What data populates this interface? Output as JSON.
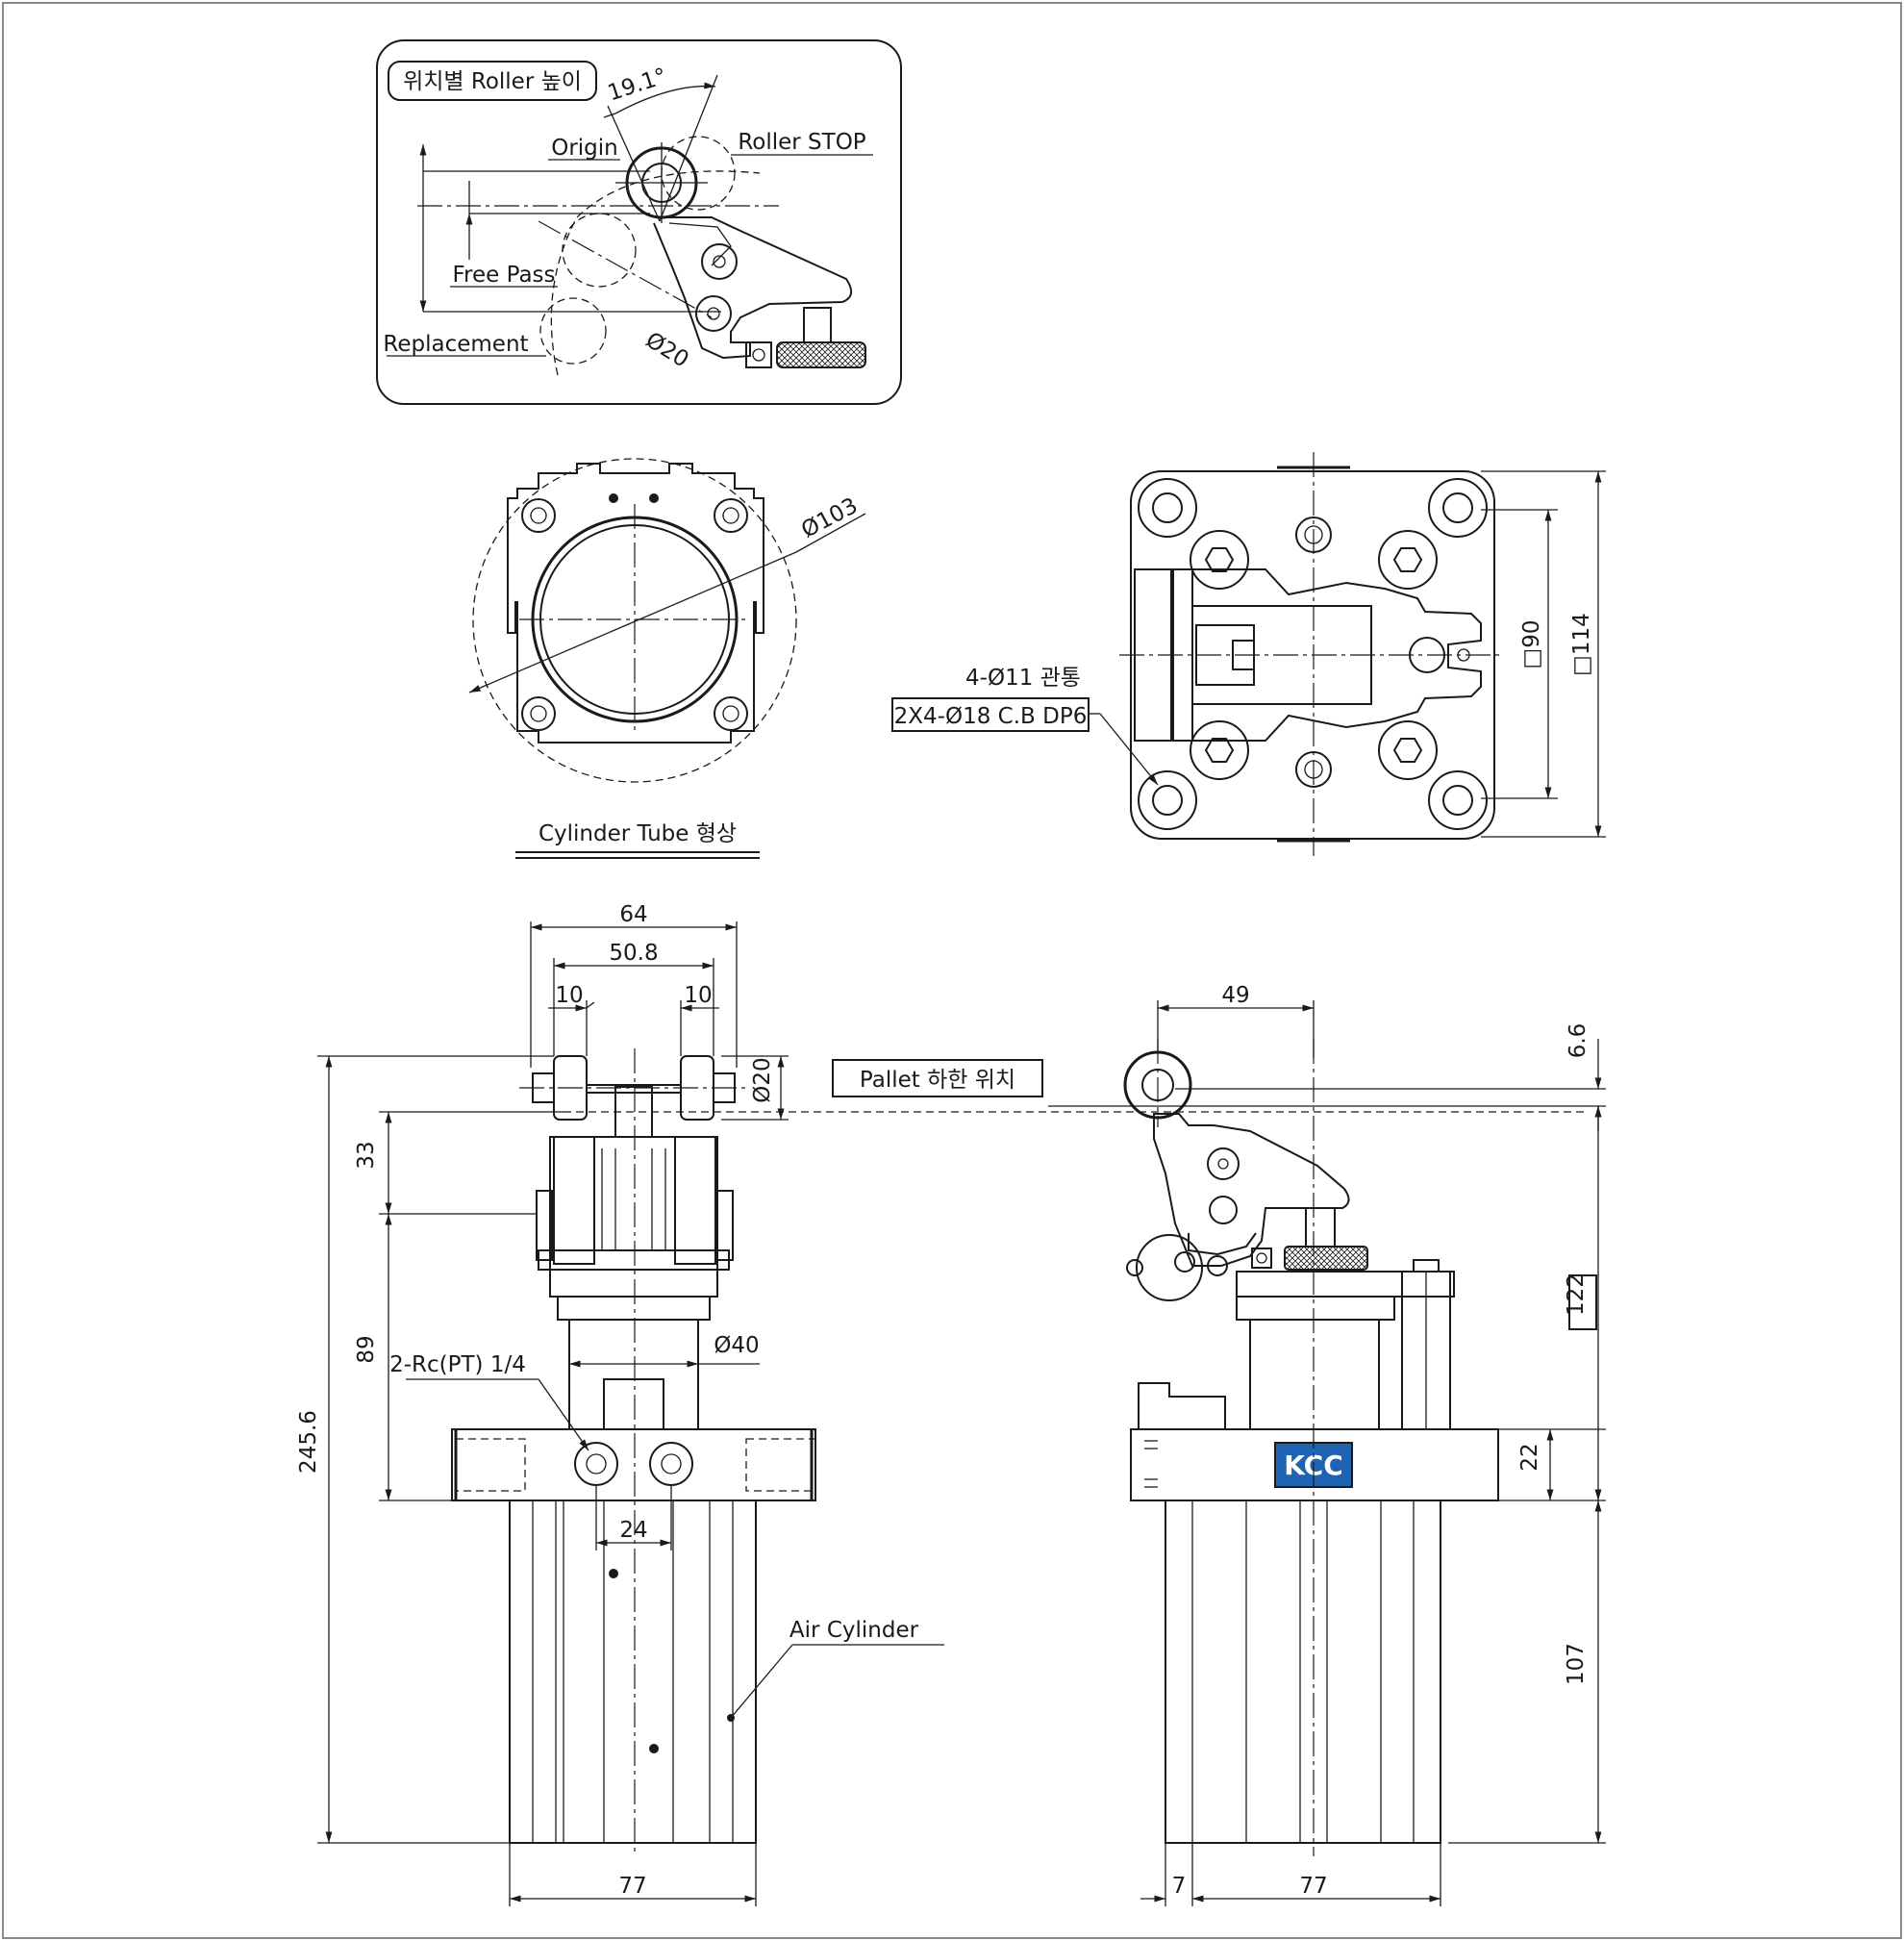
{
  "detail": {
    "title": "위치별 Roller 높이",
    "angle": "19.1°",
    "origin": "Origin",
    "roller_stop": "Roller STOP",
    "free_pass": "Free Pass",
    "replacement": "Replacement",
    "dia": "Ø20"
  },
  "tube": {
    "dia": "Ø103",
    "caption": "Cylinder Tube 형상"
  },
  "top_view": {
    "holes1": "4-Ø11 관통",
    "holes2": "2X4-Ø18 C.B DP6",
    "sq90": "□90",
    "sq114": "□114"
  },
  "front": {
    "w64": "64",
    "w508": "50.8",
    "w10a": "10",
    "w10b": "10",
    "d20": "Ø20",
    "h33": "33",
    "h89": "89",
    "h2456": "245.6",
    "port": "2-Rc(PT) 1/4",
    "d40": "Ø40",
    "w24": "24",
    "air": "Air Cylinder",
    "w77": "77"
  },
  "pallet": "Pallet 하한 위치",
  "side": {
    "w49": "49",
    "h66": "6.6",
    "h122": "122",
    "h22": "22",
    "h107": "107",
    "w7": "7",
    "w77": "77",
    "logo": "KCC"
  },
  "colors": {
    "line": "#1a1a1a",
    "logo": "#1f63b5",
    "frame": "#8a8a8a"
  }
}
